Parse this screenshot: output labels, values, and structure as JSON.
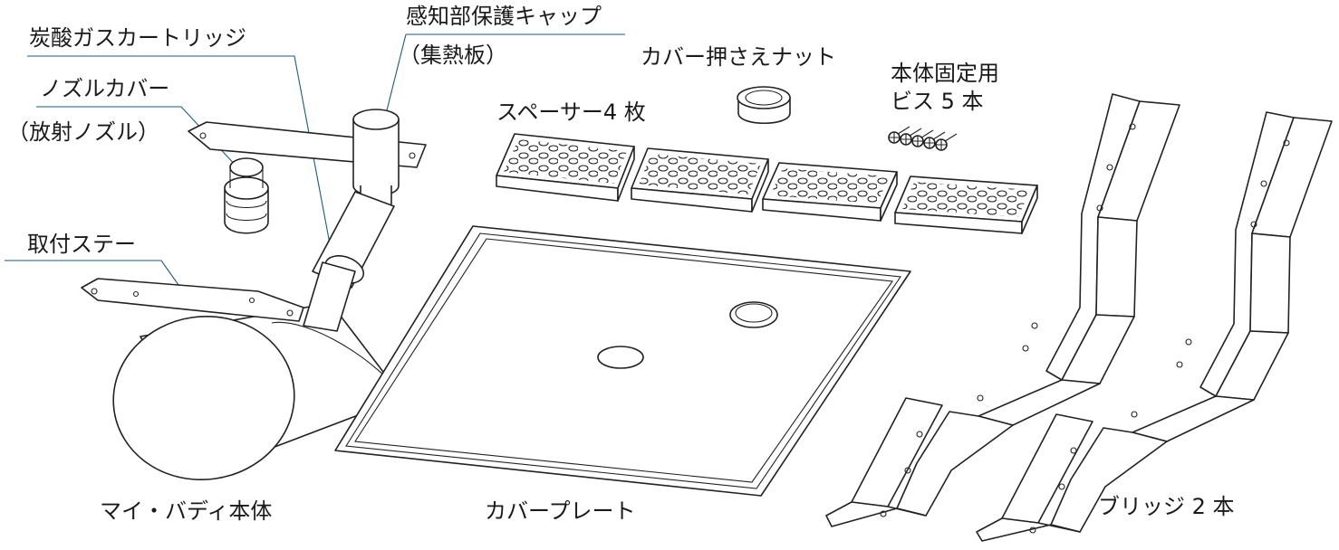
{
  "labels": {
    "co2_cartridge": "炭酸ガスカートリッジ",
    "sensor_cap_line1": "感知部保護キャップ",
    "sensor_cap_line2": "（集熱板）",
    "nozzle_cover_line1": "ノズルカバー",
    "nozzle_cover_line2": "（放射ノズル）",
    "mount_stay": "取付ステー",
    "cover_nut": "カバー押さえナット",
    "spacers": "スペーサー4 枚",
    "screws_line1": "本体固定用",
    "screws_line2": "ビス 5 本",
    "main_body": "マイ・バディ本体",
    "cover_plate": "カバープレート",
    "bridges": "ブリッジ 2 本"
  },
  "icons": {
    "body": "extinguisher-body-illustration",
    "plate": "cover-plate-illustration",
    "nut": "cover-nut-illustration",
    "spacer": "spacer-block-illustration",
    "screw": "screw-illustration",
    "bridge": "bridge-bracket-illustration"
  },
  "colors": {
    "leader_line": "#1f5a7a",
    "outline": "#222222"
  }
}
